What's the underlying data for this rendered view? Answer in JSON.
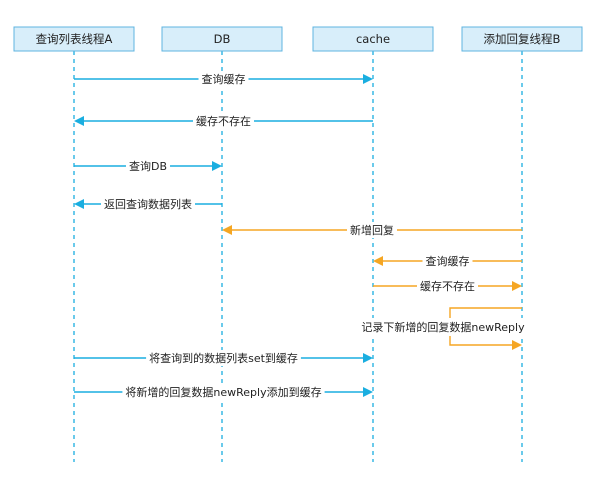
{
  "colors": {
    "blue": "#1aaee0",
    "orange": "#f5a623",
    "header_fill": "#d8eefa",
    "header_stroke": "#5fb4e0",
    "text": "#222222"
  },
  "participants": [
    {
      "id": "A",
      "label": "查询列表线程A"
    },
    {
      "id": "DB",
      "label": "DB"
    },
    {
      "id": "cache",
      "label": "cache"
    },
    {
      "id": "B",
      "label": "添加回复线程B"
    }
  ],
  "messages": [
    {
      "from": "A",
      "to": "cache",
      "label": "查询缓存",
      "color": "blue"
    },
    {
      "from": "cache",
      "to": "A",
      "label": "缓存不存在",
      "color": "blue"
    },
    {
      "from": "A",
      "to": "DB",
      "label": "查询DB",
      "color": "blue"
    },
    {
      "from": "DB",
      "to": "A",
      "label": "返回查询数据列表",
      "color": "blue"
    },
    {
      "from": "B",
      "to": "DB",
      "label": "新增回复",
      "color": "orange"
    },
    {
      "from": "B",
      "to": "cache",
      "label": "查询缓存",
      "color": "orange"
    },
    {
      "from": "cache",
      "to": "B",
      "label": "缓存不存在",
      "color": "orange"
    },
    {
      "from": "B",
      "to": "B",
      "label": "记录下新增的回复数据newReply",
      "color": "orange",
      "self": true
    },
    {
      "from": "A",
      "to": "cache",
      "label": "将查询到的数据列表set到缓存",
      "color": "blue"
    },
    {
      "from": "A",
      "to": "cache",
      "label": "将新增的回复数据newReply添加到缓存",
      "color": "blue"
    }
  ]
}
